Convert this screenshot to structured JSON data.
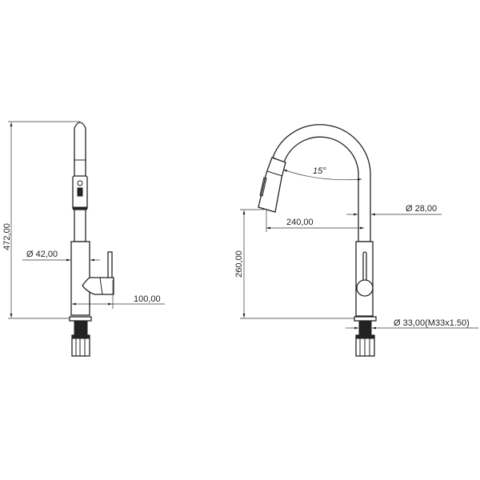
{
  "drawing": {
    "side_view": {
      "height_dim": "472,00",
      "diameter_dim": "Ø 42,00",
      "handle_reach_dim": "100,00"
    },
    "front_view": {
      "angle_dim": "15°",
      "reach_dim": "240,00",
      "spout_diameter_dim": "Ø 28,00",
      "spout_height_dim": "260,00",
      "thread_dim": "Ø 33,00(M33x1.50)"
    }
  }
}
